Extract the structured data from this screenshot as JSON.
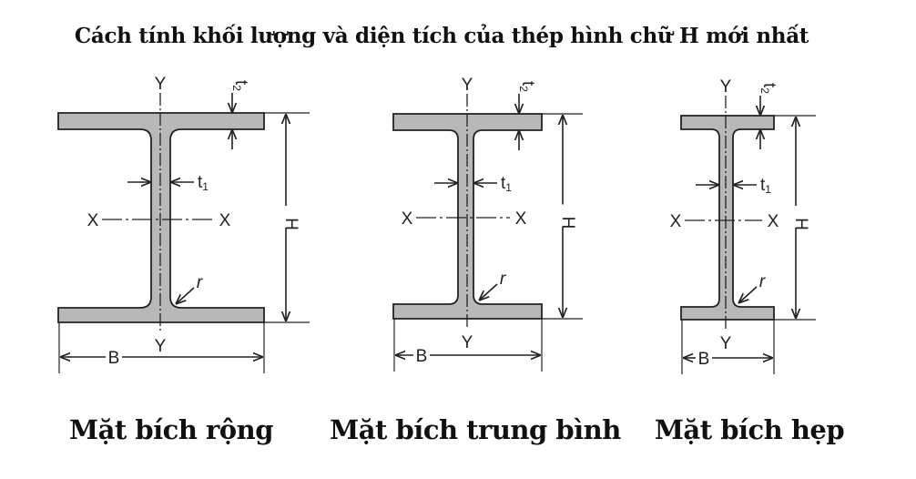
{
  "title": "Cách tính khối lượng và diện tích của thép hình chữ H mới nhất",
  "symbols": {
    "y_axis": "Y",
    "x_axis": "X",
    "web_thickness": "t1",
    "flange_thickness": "t2",
    "height": "H",
    "width": "B",
    "radius": "r"
  },
  "beams": [
    {
      "caption": "Mặt bích rộng"
    },
    {
      "caption": "Mặt bích trung bình"
    },
    {
      "caption": "Mặt bích hẹp"
    }
  ],
  "colors": {
    "steel_fill": "#b8b8b8",
    "line": "#222222"
  }
}
